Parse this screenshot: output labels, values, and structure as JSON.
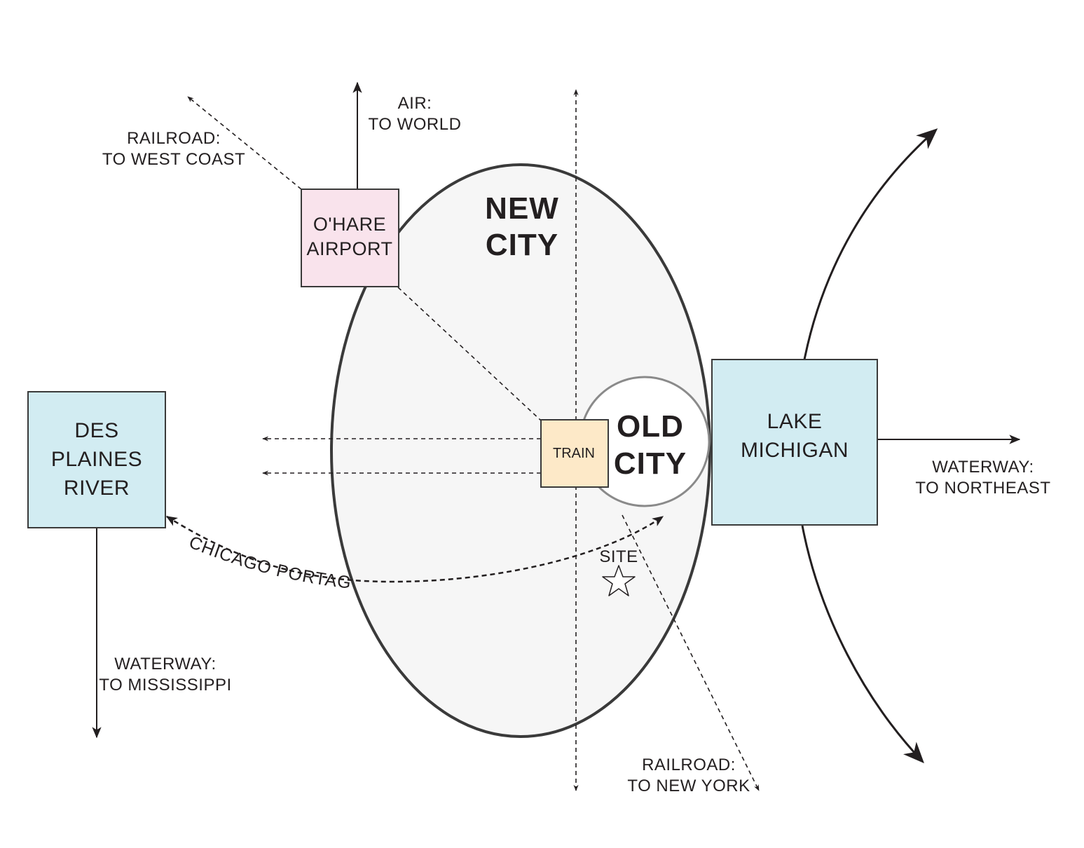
{
  "labels": {
    "new_city": [
      "NEW",
      "CITY"
    ],
    "old_city": [
      "OLD",
      "CITY"
    ],
    "ohare": [
      "O'HARE",
      "AIRPORT"
    ],
    "train": "TRAIN",
    "des_plaines": [
      "DES",
      "PLAINES",
      "RIVER"
    ],
    "lake_michigan": [
      "LAKE",
      "MICHIGAN"
    ],
    "air_to_world": [
      "AIR:",
      "TO WORLD"
    ],
    "railroad_west": [
      "RAILROAD:",
      "TO WEST COAST"
    ],
    "railroad_ny": [
      "RAILROAD:",
      "TO NEW YORK"
    ],
    "waterway_northeast": [
      "WATERWAY:",
      "TO NORTHEAST"
    ],
    "waterway_mississippi": [
      "WATERWAY:",
      "TO MISSISSIPPI"
    ],
    "chicago_portage": "CHICAGO PORTAGE",
    "site": "SITE"
  },
  "colors": {
    "ohare_fill": "#f9e3ec",
    "train_fill": "#fde9c8",
    "water_fill": "#d2ecf2",
    "new_city_fill": "#f6f6f6",
    "stroke": "#231f20"
  },
  "icons": {
    "site_marker": "star-icon"
  }
}
